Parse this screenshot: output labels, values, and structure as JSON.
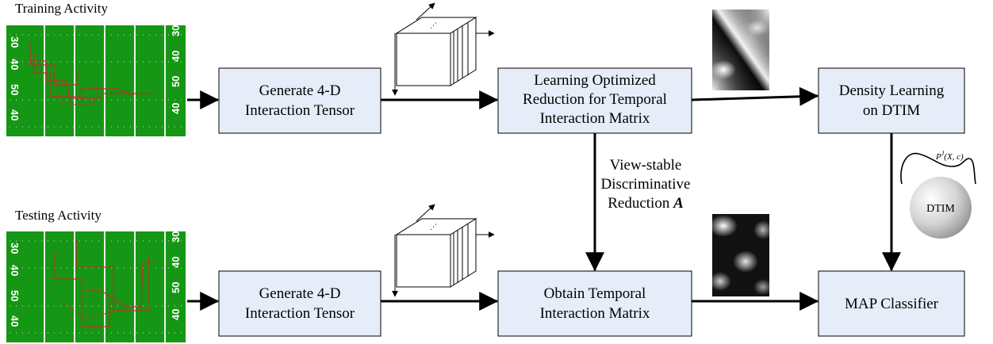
{
  "diagram": {
    "training_label": "Training Activity",
    "testing_label": "Testing Activity",
    "boxes": {
      "generate_train": [
        "Generate 4-D",
        "Interaction Tensor"
      ],
      "learning": [
        "Learning Optimized",
        "Reduction for Temporal",
        "Interaction Matrix"
      ],
      "density": [
        "Density Learning",
        "on DTIM"
      ],
      "generate_test": [
        "Generate 4-D",
        "Interaction Tensor"
      ],
      "obtain": [
        "Obtain Temporal",
        "Interaction Matrix"
      ],
      "map": [
        "MAP Classifier"
      ]
    },
    "reduction_label": [
      "View-stable",
      "Discriminative",
      "Reduction "
    ],
    "reduction_symbol": "A",
    "formula": "P",
    "formula_sup": "J",
    "formula_args": "(X, c)",
    "sphere_label": "DTIM",
    "yard_numbers": [
      "30",
      "40",
      "50",
      "40",
      "30"
    ],
    "colors": {
      "box_fill": "#e6edf8",
      "box_stroke": "#000000",
      "field_green": "#159614",
      "play_line": "#c0302a"
    }
  }
}
